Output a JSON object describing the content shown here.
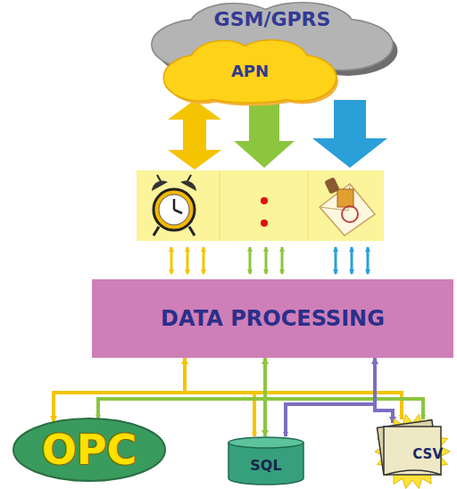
{
  "diagram": {
    "nodes": [
      {
        "text": [
          "GSM/GPRS"
        ]
      },
      {
        "text": [
          "APN"
        ],
        "in": 0
      },
      {
        "text": [
          "DATA PROCESSING"
        ]
      },
      {
        "text": [
          "OPC"
        ]
      },
      {
        "text": [
          "SQL"
        ]
      },
      {
        "text": [
          "CSV"
        ]
      }
    ],
    "edges": [
      {
        "from": 2,
        "to": 3,
        "arrow": "both"
      },
      {
        "from": 2,
        "to": 4,
        "arrow": "both"
      },
      {
        "from": 2,
        "to": 5,
        "arrow": "both"
      }
    ]
  }
}
